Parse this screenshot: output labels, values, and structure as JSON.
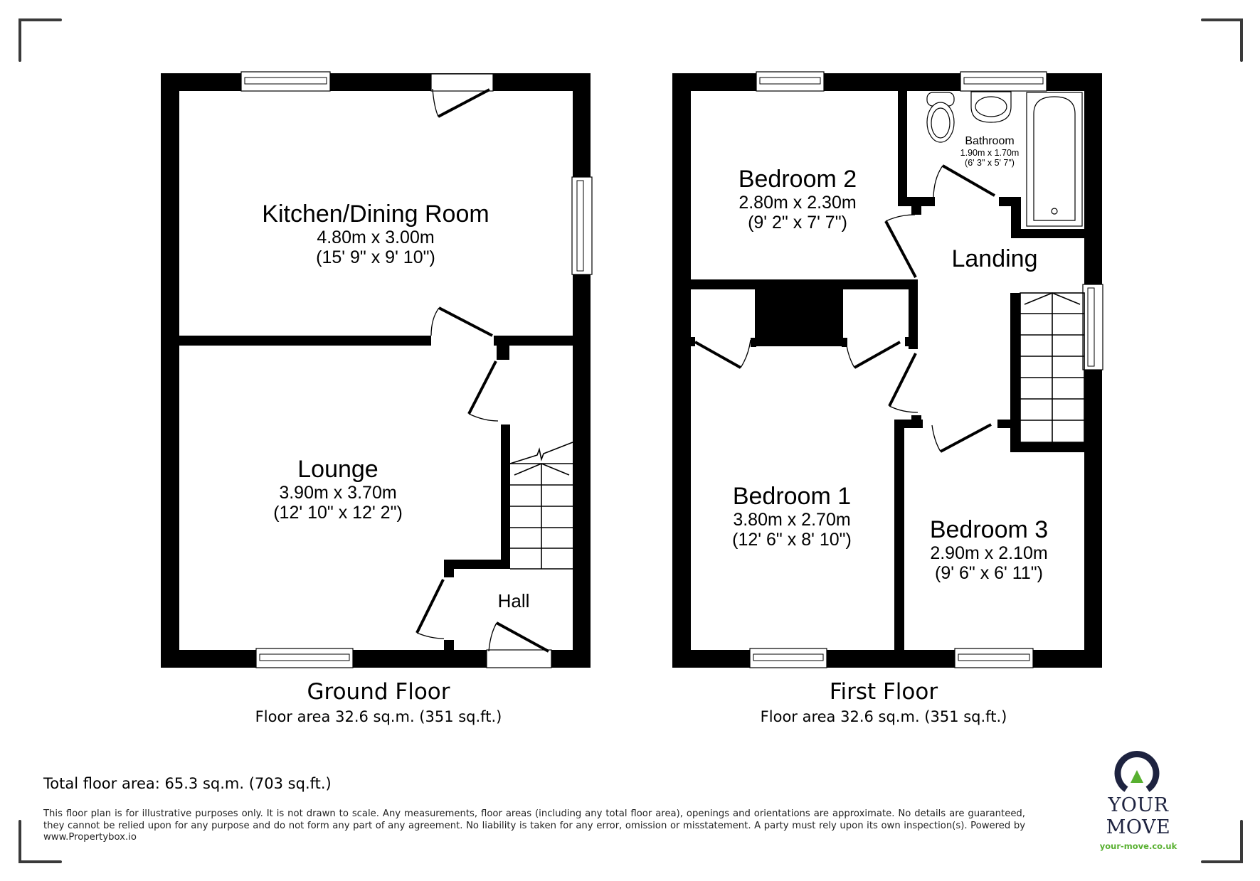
{
  "ground_floor": {
    "title": "Ground Floor",
    "area": "Floor area 32.6 sq.m. (351 sq.ft.)",
    "rooms": [
      {
        "name": "Kitchen/Dining Room",
        "metric": "4.80m x 3.00m",
        "imperial": "(15' 9\" x 9' 10\")"
      },
      {
        "name": "Lounge",
        "metric": "3.90m x 3.70m",
        "imperial": "(12' 10\" x 12' 2\")"
      },
      {
        "name": "Hall"
      }
    ]
  },
  "first_floor": {
    "title": "First Floor",
    "area": "Floor area 32.6 sq.m. (351 sq.ft.)",
    "rooms": [
      {
        "name": "Bedroom 2",
        "metric": "2.80m x 2.30m",
        "imperial": "(9' 2\" x 7' 7\")"
      },
      {
        "name": "Bathroom",
        "metric": "1.90m x 1.70m",
        "imperial": "(6' 3\" x 5' 7\")"
      },
      {
        "name": "Landing"
      },
      {
        "name": "Bedroom 1",
        "metric": "3.80m x 2.70m",
        "imperial": "(12' 6\" x 8' 10\")"
      },
      {
        "name": "Bedroom 3",
        "metric": "2.90m x 2.10m",
        "imperial": "(9' 6\" x 6' 11\")"
      }
    ]
  },
  "total_area": "Total floor area: 65.3 sq.m. (703 sq.ft.)",
  "disclaimer": "This floor plan is for illustrative purposes only. It is not drawn to scale. Any measurements, floor areas (including any total floor area), openings and orientations are approximate. No details are guaranteed, they cannot be relied upon for any purpose and do not form any part of any agreement. No liability is taken for any error, omission or misstatement. A party must rely upon its own inspection(s). Powered by www.Propertybox.io",
  "logo": {
    "name": "YOUR MOVE",
    "url": "your-move.co.uk",
    "colors": {
      "navy": "#1e2340",
      "green": "#58b030"
    }
  },
  "icons": [
    "corner-bracket-icon",
    "window-icon",
    "door-swing-icon",
    "staircase-icon",
    "toilet-icon",
    "basin-icon",
    "bathtub-icon",
    "your-move-logo-icon"
  ]
}
